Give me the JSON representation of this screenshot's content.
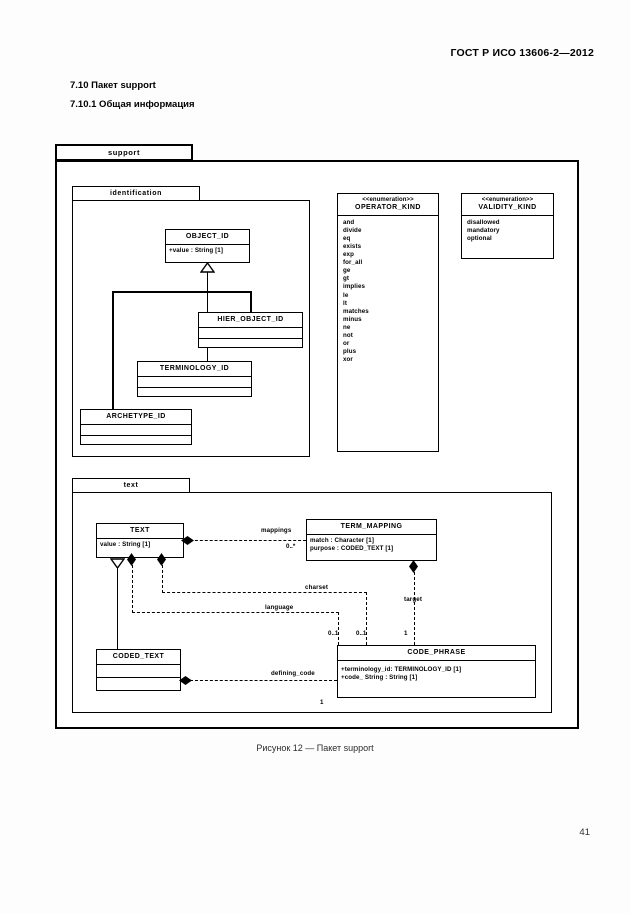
{
  "document": {
    "header": "ГОСТ Р ИСО 13606-2—2012",
    "heading_1": "7.10 Пакет support",
    "heading_2": "7.10.1 Общая информация",
    "figure_caption": "Рисунок 12 — Пакет support",
    "page_number": "41"
  },
  "diagram": {
    "outer_package": {
      "name": "support"
    },
    "identification_package": {
      "name": "identification",
      "classes": [
        {
          "name": "OBJECT_ID",
          "attributes": [
            "+value : String [1]"
          ]
        },
        {
          "name": "HIER_OBJECT_ID",
          "attributes": []
        },
        {
          "name": "TERMINOLOGY_ID",
          "attributes": []
        },
        {
          "name": "ARCHETYPE_ID",
          "attributes": []
        }
      ],
      "generalization_parent": "OBJECT_ID"
    },
    "enumerations": [
      {
        "stereotype": "<<enumeration>>",
        "name": "OPERATOR_KIND",
        "literals": [
          "and",
          "divide",
          "eq",
          "exists",
          "exp",
          "for_all",
          "ge",
          "gt",
          "implies",
          "le",
          "lt",
          "matches",
          "minus",
          "ne",
          "not",
          "or",
          "plus",
          "xor"
        ]
      },
      {
        "stereotype": "<<enumeration>>",
        "name": "VALIDITY_KIND",
        "literals": [
          "disallowed",
          "mandatory",
          "optional"
        ]
      }
    ],
    "text_package": {
      "name": "text",
      "classes": [
        {
          "name": "TEXT",
          "attributes": [
            "value : String [1]"
          ]
        },
        {
          "name": "TERM_MAPPING",
          "attributes": [
            "match : Character [1]",
            "purpose : CODED_TEXT [1]"
          ]
        },
        {
          "name": "CODED_TEXT",
          "attributes": []
        },
        {
          "name": "CODE_PHRASE",
          "attributes": [
            "+terminology_id: TERMINOLOGY_ID [1]",
            "+code_ String : String [1]"
          ]
        }
      ],
      "associations": [
        {
          "label": "mappings",
          "multiplicity": "0..*"
        },
        {
          "label": "charset",
          "multiplicity": "0..1"
        },
        {
          "label": "language",
          "multiplicity": "0..1"
        },
        {
          "label": "target",
          "multiplicity": "1"
        },
        {
          "label": "defining_code",
          "multiplicity": "1"
        }
      ]
    }
  }
}
